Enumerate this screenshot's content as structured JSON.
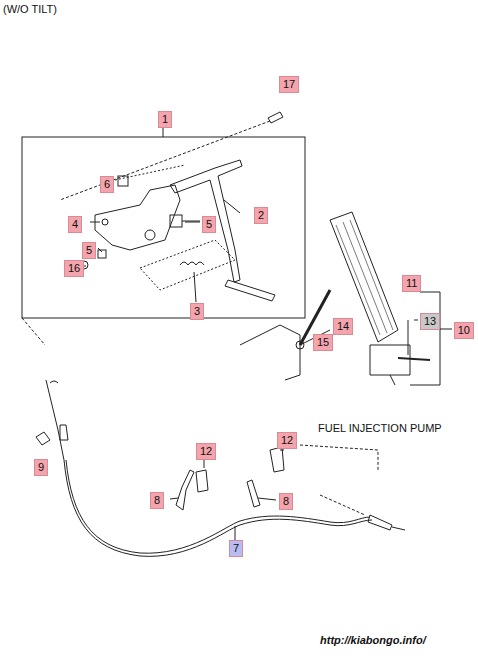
{
  "diagram": {
    "labels": [
      "(W/O TILT)",
      "17",
      "1",
      "6",
      "2",
      "4",
      "5",
      "5",
      "16",
      "3",
      "11",
      "14",
      "13",
      "10",
      "15",
      "9",
      "FUEL INJECTION PUMP",
      "12",
      "12",
      "8",
      "8",
      "7",
      "http://kiabongo.info/"
    ]
  }
}
